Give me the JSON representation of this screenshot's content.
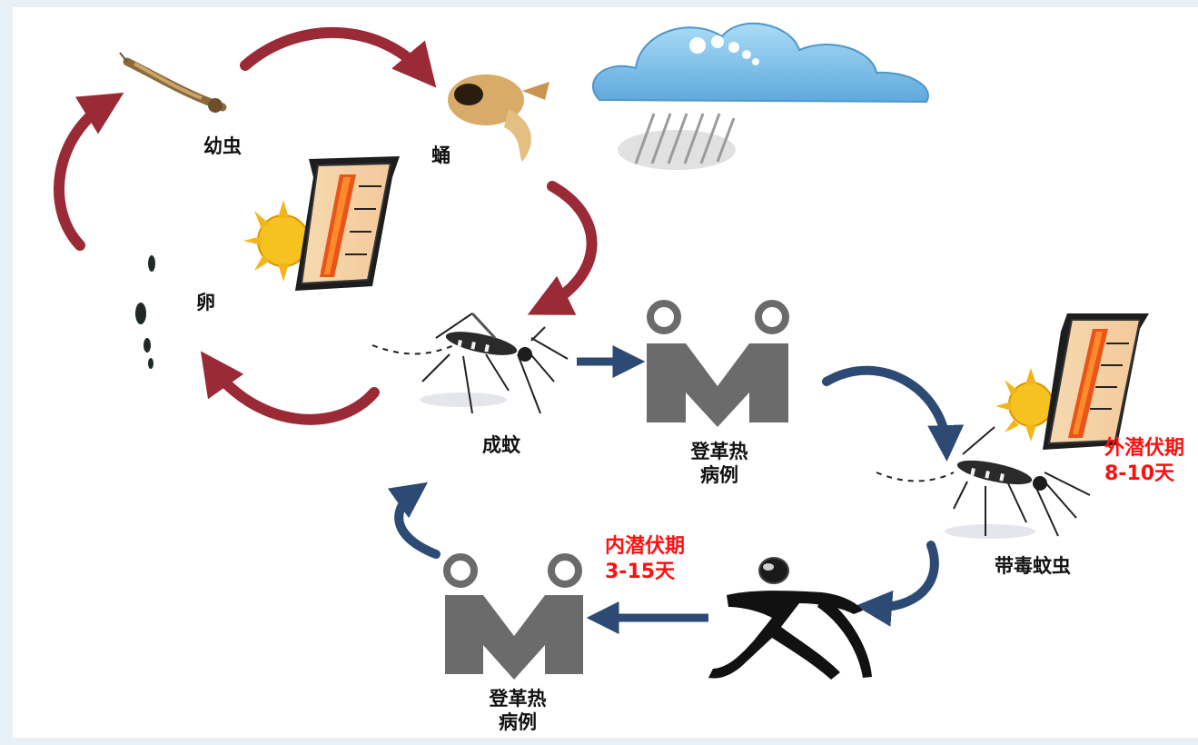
{
  "labels": {
    "larva": "幼虫",
    "pupa": "蛹",
    "egg": "卵",
    "adult": "成蚊",
    "dengue_case_1": "登革热\n病例",
    "infected_mosquito": "带毒蚊虫",
    "dengue_case_2": "登革热\n病例"
  },
  "periods": {
    "extrinsic": {
      "name": "外潜伏期",
      "duration": "8-10天"
    },
    "intrinsic": {
      "name": "内潜伏期",
      "duration": "3-15天"
    }
  },
  "colors": {
    "lifecycle_arrow": "#9a2a35",
    "transmission_arrow": "#2c4a73",
    "case_icon": "#6b6b6b",
    "highlight_text": "#ff1010",
    "cloud": "#6fb7e6"
  }
}
